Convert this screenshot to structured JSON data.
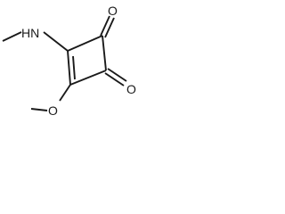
{
  "atoms": {
    "amine": "HN",
    "ketone_upper": "O",
    "ketone_lower": "O",
    "ether": "O"
  },
  "colors": {
    "bond": "#1a1a1a",
    "background": "#ffffff"
  }
}
